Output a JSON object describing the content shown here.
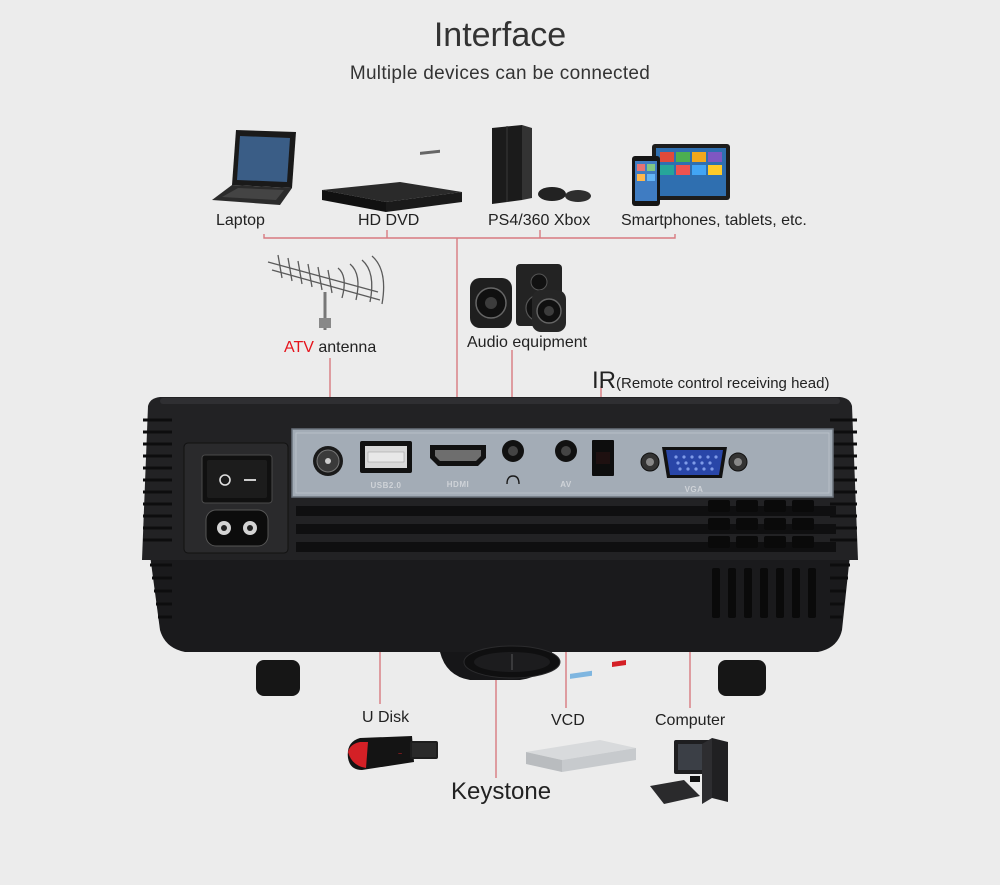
{
  "title": "Interface",
  "subtitle": "Multiple devices can be connected",
  "devices_top": {
    "laptop": "Laptop",
    "hd_dvd": "HD DVD",
    "console": "PS4/360 Xbox",
    "mobile": "Smartphones, tablets, etc."
  },
  "atv": {
    "prefix": "ATV",
    "suffix": " antenna"
  },
  "audio": "Audio equipment",
  "ir": {
    "big": "IR",
    "small": "(Remote control receiving head)"
  },
  "ports": {
    "usb": "USB2.0",
    "hdmi": "HDMI",
    "av": "AV",
    "vga": "VGA"
  },
  "devices_bottom": {
    "udisk": "U Disk",
    "vcd": "VCD",
    "computer": "Computer",
    "keystone": "Keystone"
  },
  "colors": {
    "accent_red": "#e5141c",
    "background": "#ececec",
    "projector": "#1c1c1e"
  }
}
